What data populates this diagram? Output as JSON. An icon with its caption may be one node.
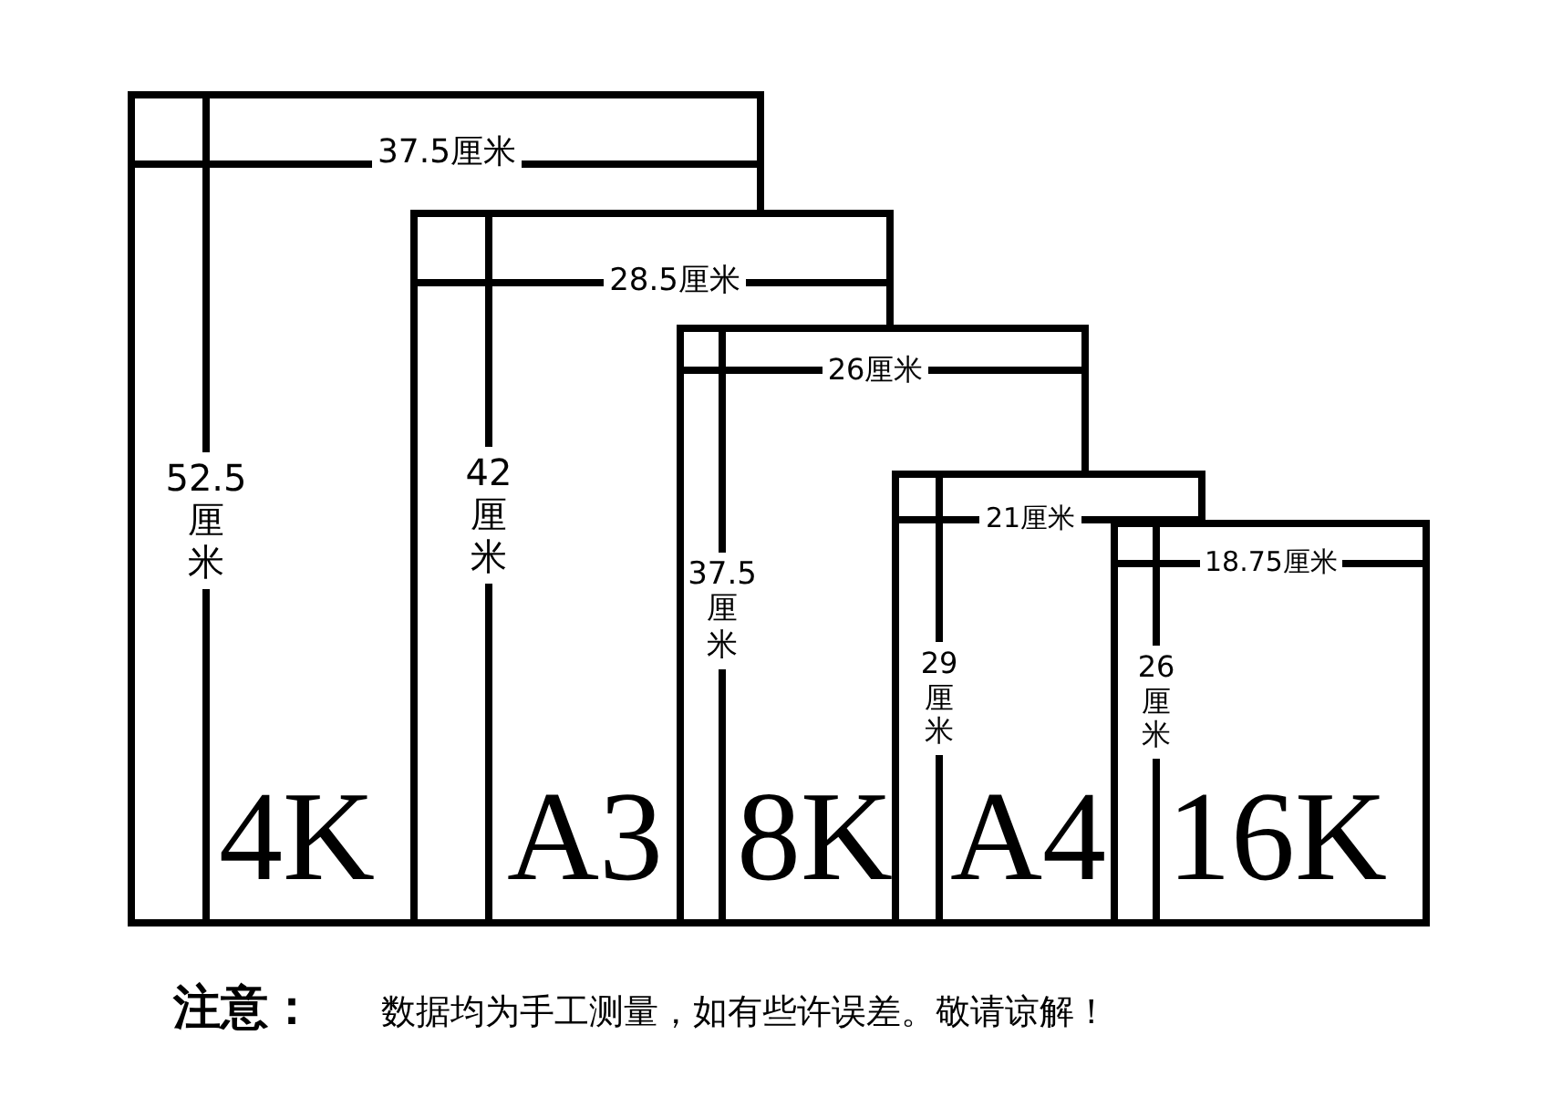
{
  "diagram": {
    "nodes": [
      {
        "text": [
          "4K"
        ]
      },
      {
        "text": [
          "A3"
        ]
      },
      {
        "text": [
          "8K"
        ]
      },
      {
        "text": [
          "A4"
        ]
      },
      {
        "text": [
          "16K"
        ]
      }
    ],
    "edges": [],
    "labels": [
      "37.5厘米",
      "52.5厘米",
      "28.5厘米",
      "42厘米",
      "26厘米",
      "37.5厘米",
      "21厘米",
      "29厘米",
      "18.75厘米",
      "26厘米",
      "注意：",
      "数据均为手工测量，如有些许误差。敬请谅解！"
    ]
  }
}
